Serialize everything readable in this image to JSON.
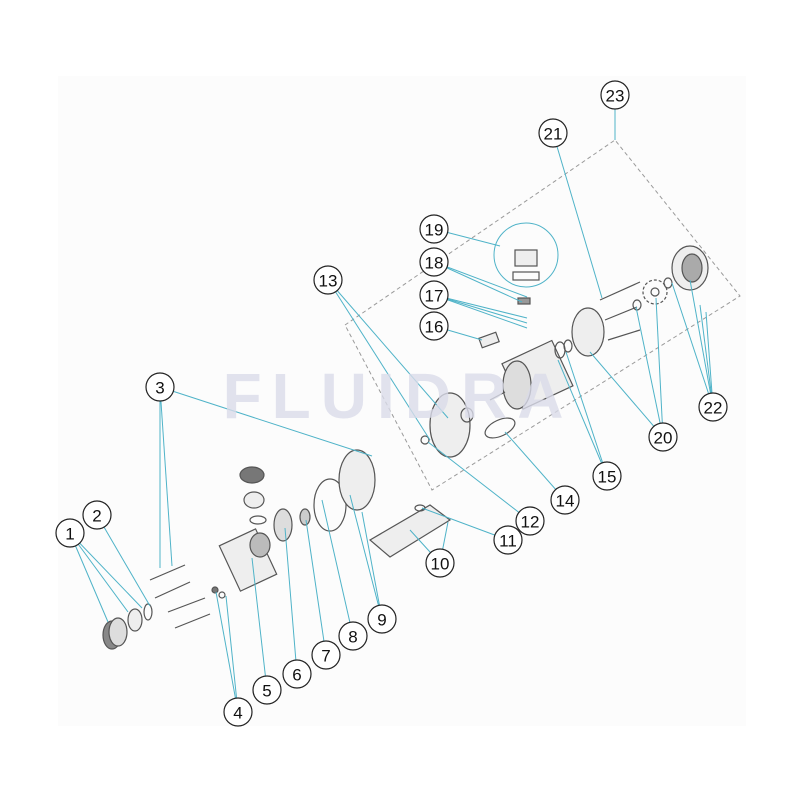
{
  "watermark": "FLUIDRA",
  "colors": {
    "background": "#ffffff",
    "panel": "#fcfcfc",
    "leader_line": "#4fb3c8",
    "watermark": "#d9dbe9",
    "part_stroke": "#555555",
    "dashed_outline": "#9a9a9a"
  },
  "callouts": [
    {
      "label": "1"
    },
    {
      "label": "2"
    },
    {
      "label": "3"
    },
    {
      "label": "4"
    },
    {
      "label": "5"
    },
    {
      "label": "6"
    },
    {
      "label": "7"
    },
    {
      "label": "8"
    },
    {
      "label": "9"
    },
    {
      "label": "10"
    },
    {
      "label": "11"
    },
    {
      "label": "12"
    },
    {
      "label": "13"
    },
    {
      "label": "14"
    },
    {
      "label": "15"
    },
    {
      "label": "16"
    },
    {
      "label": "17"
    },
    {
      "label": "18"
    },
    {
      "label": "19"
    },
    {
      "label": "20"
    },
    {
      "label": "21"
    },
    {
      "label": "22"
    },
    {
      "label": "23"
    }
  ]
}
